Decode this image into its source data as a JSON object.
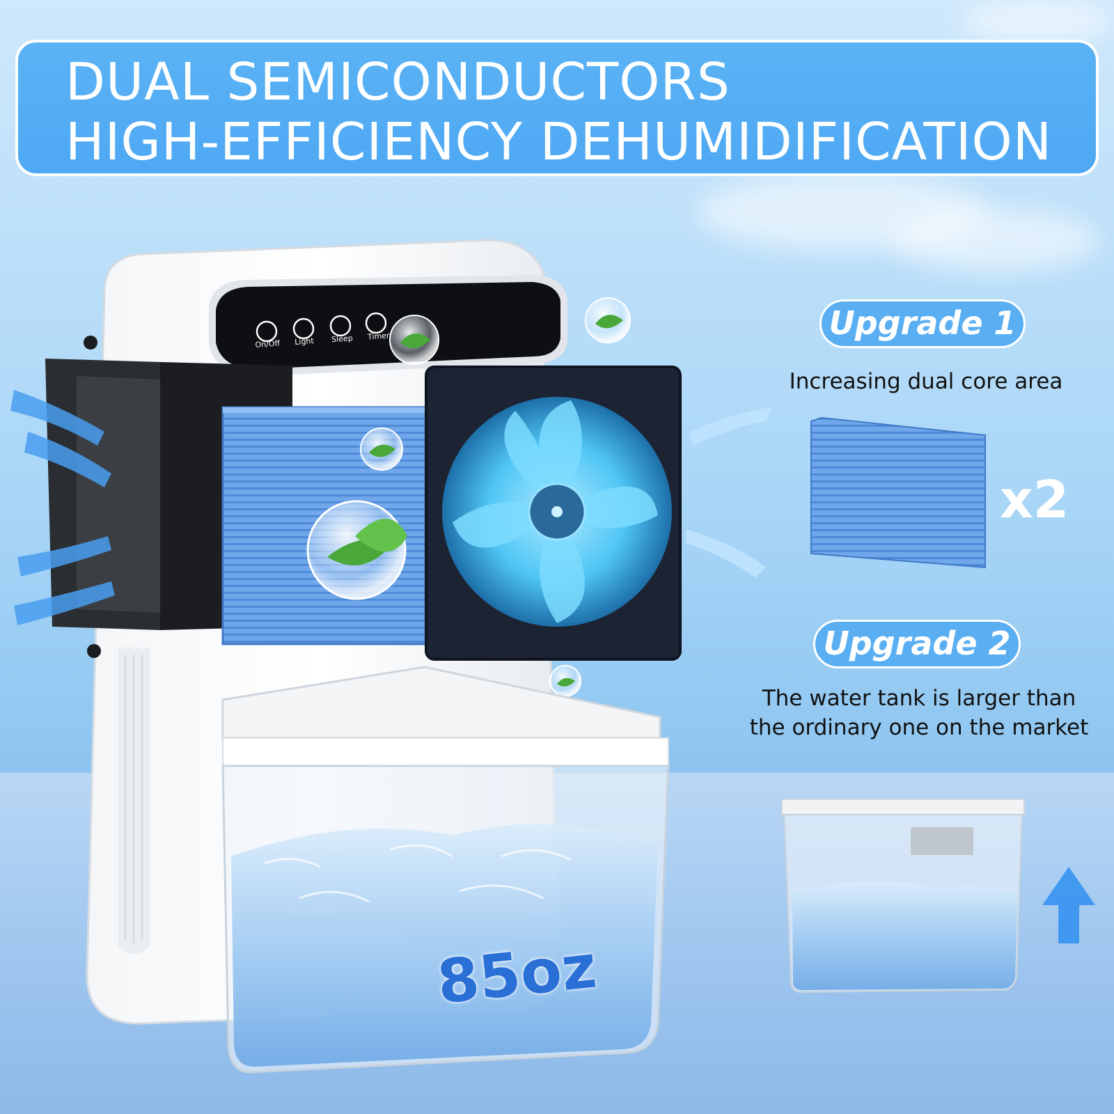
{
  "banner": {
    "line1": "DUAL SEMICONDUCTORS",
    "line2": "HIGH-EFFICIENCY DEHUMIDIFICATION"
  },
  "upgrade1": {
    "label": "Upgrade 1",
    "caption": "Increasing dual core area",
    "multiplier": "x2"
  },
  "upgrade2": {
    "label": "Upgrade 2",
    "caption_line1": "The water tank is larger than",
    "caption_line2": "the ordinary one on the market"
  },
  "control_panel": {
    "buttons": [
      "On/Off",
      "Light",
      "Sleep",
      "Timer"
    ]
  },
  "tank": {
    "capacity": "85oz"
  },
  "colors": {
    "accent": "#5aaef2",
    "filter": "#6fa7ea",
    "fan_glow": "#5fd0ff"
  }
}
